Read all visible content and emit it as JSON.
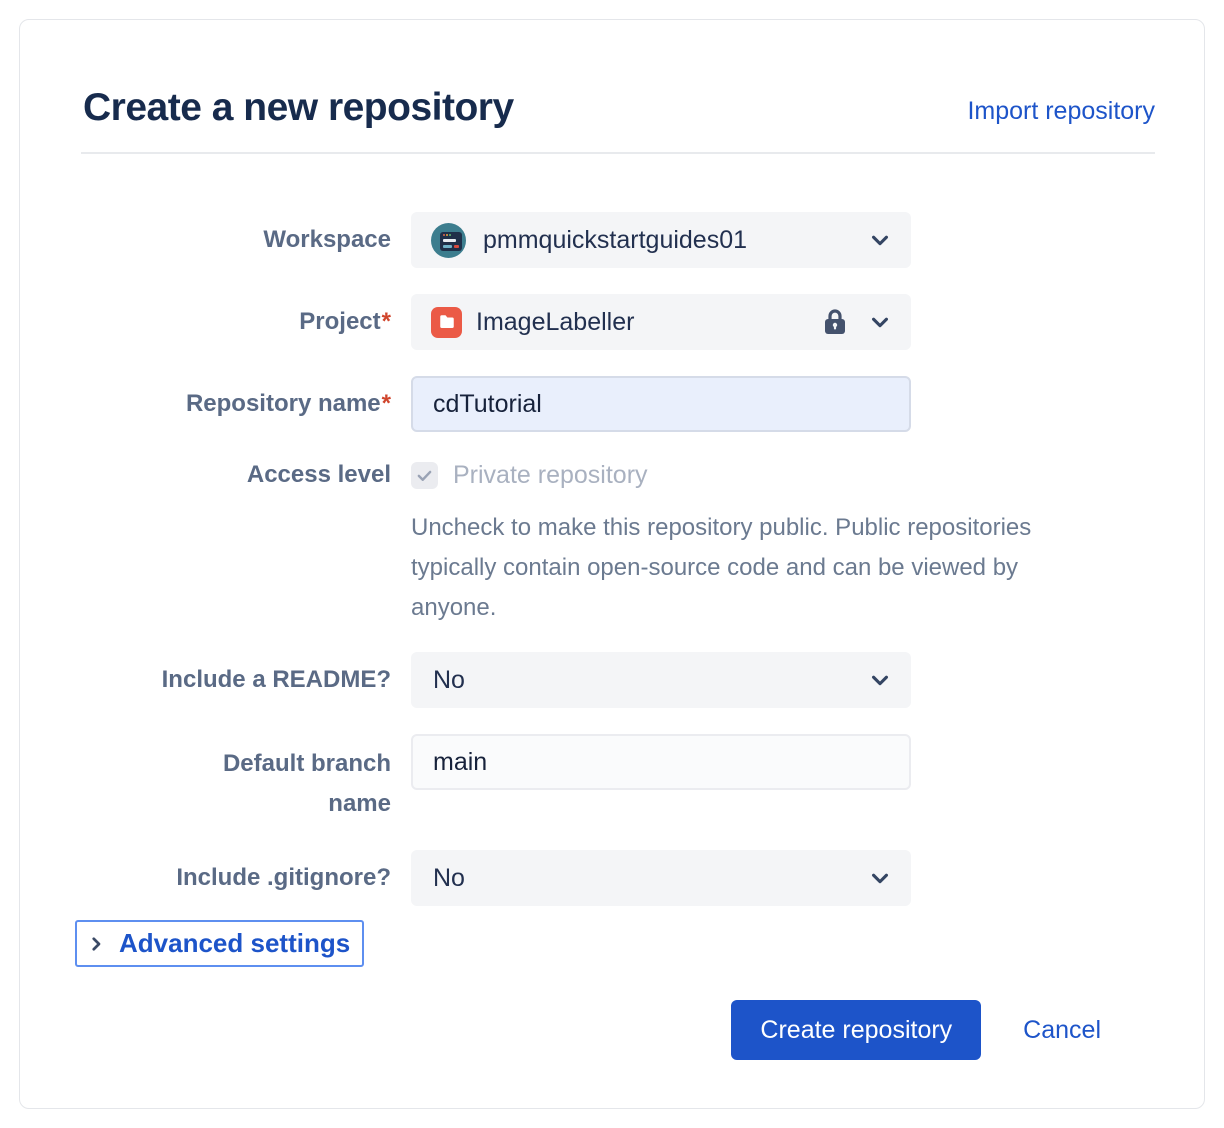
{
  "header": {
    "title": "Create a new repository",
    "import_link": "Import repository"
  },
  "form": {
    "workspace": {
      "label": "Workspace",
      "value": "pmmquickstartguides01"
    },
    "project": {
      "label": "Project",
      "required_mark": "*",
      "value": "ImageLabeller"
    },
    "repo_name": {
      "label": "Repository name",
      "required_mark": "*",
      "value": "cdTutorial"
    },
    "access_level": {
      "label": "Access level",
      "checkbox_label": "Private repository",
      "checked": true,
      "help": "Uncheck to make this repository public. Public repositories typically contain open-source code and can be viewed by anyone."
    },
    "readme": {
      "label": "Include a README?",
      "value": "No"
    },
    "default_branch": {
      "label": "Default branch name",
      "value": "main"
    },
    "gitignore": {
      "label": "Include .gitignore?",
      "value": "No"
    },
    "advanced": {
      "label": "Advanced settings"
    }
  },
  "footer": {
    "create_label": "Create repository",
    "cancel_label": "Cancel"
  },
  "colors": {
    "accent_blue": "#1d54c9",
    "title_navy": "#172b4d",
    "project_icon": "#eb5a46",
    "workspace_avatar": "#3c7d8e",
    "focus_ring": "#5e8ff0"
  },
  "icons": {
    "workspace_avatar": "workspace-avatar-icon",
    "project": "project-folder-icon",
    "lock": "lock-icon",
    "chevron_down": "chevron-down-icon",
    "chevron_right": "chevron-right-icon",
    "checkmark": "checkmark-icon"
  }
}
